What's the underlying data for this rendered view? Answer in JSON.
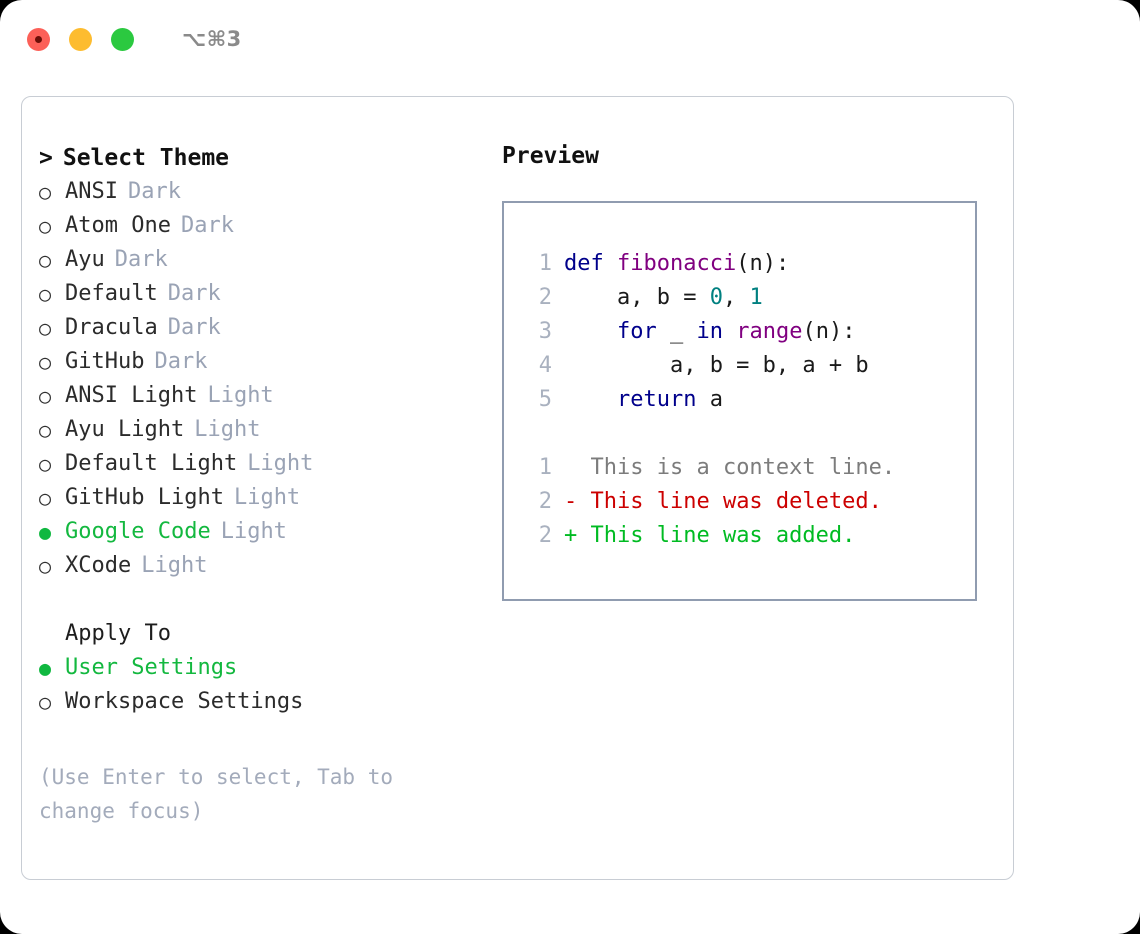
{
  "titlebar": {
    "shortcut_label": "⌥⌘3",
    "buttons": [
      {
        "name": "close",
        "color": "#fc6058"
      },
      {
        "name": "minimize",
        "color": "#fdbc2f"
      },
      {
        "name": "maximize",
        "color": "#2bc940"
      }
    ]
  },
  "theme_panel": {
    "caret": ">",
    "heading": "Select Theme",
    "bullet_selected": "●",
    "bullet_unselected": "○",
    "items": [
      {
        "label": "ANSI",
        "tag": "Dark",
        "selected": false
      },
      {
        "label": "Atom One",
        "tag": "Dark",
        "selected": false
      },
      {
        "label": "Ayu",
        "tag": "Dark",
        "selected": false
      },
      {
        "label": "Default",
        "tag": "Dark",
        "selected": false
      },
      {
        "label": "Dracula",
        "tag": "Dark",
        "selected": false
      },
      {
        "label": "GitHub",
        "tag": "Dark",
        "selected": false
      },
      {
        "label": "ANSI Light",
        "tag": "Light",
        "selected": false
      },
      {
        "label": "Ayu Light",
        "tag": "Light",
        "selected": false
      },
      {
        "label": "Default Light",
        "tag": "Light",
        "selected": false
      },
      {
        "label": "GitHub Light",
        "tag": "Light",
        "selected": false
      },
      {
        "label": "Google Code",
        "tag": "Light",
        "selected": true
      },
      {
        "label": "XCode",
        "tag": "Light",
        "selected": false
      }
    ]
  },
  "apply_to": {
    "heading": "Apply To",
    "items": [
      {
        "label": "User Settings",
        "selected": true
      },
      {
        "label": "Workspace Settings",
        "selected": false
      }
    ]
  },
  "hint": "(Use Enter to select, Tab to change focus)",
  "preview": {
    "title": "Preview",
    "code_lines": [
      {
        "num": "1",
        "tokens": [
          {
            "t": "def ",
            "c": "kw"
          },
          {
            "t": "fibonacci",
            "c": "fn"
          },
          {
            "t": "(n):",
            "c": "plain"
          }
        ]
      },
      {
        "num": "2",
        "tokens": [
          {
            "t": "    a, b = ",
            "c": "plain"
          },
          {
            "t": "0",
            "c": "num"
          },
          {
            "t": ", ",
            "c": "plain"
          },
          {
            "t": "1",
            "c": "num"
          }
        ]
      },
      {
        "num": "3",
        "tokens": [
          {
            "t": "    ",
            "c": "plain"
          },
          {
            "t": "for",
            "c": "kw"
          },
          {
            "t": " _ ",
            "c": "plain"
          },
          {
            "t": "in",
            "c": "kw"
          },
          {
            "t": " ",
            "c": "plain"
          },
          {
            "t": "range",
            "c": "fn"
          },
          {
            "t": "(n):",
            "c": "plain"
          }
        ]
      },
      {
        "num": "4",
        "tokens": [
          {
            "t": "        a, b = b, a + b",
            "c": "plain"
          }
        ]
      },
      {
        "num": "5",
        "tokens": [
          {
            "t": "    ",
            "c": "plain"
          },
          {
            "t": "return",
            "c": "kw"
          },
          {
            "t": " a",
            "c": "plain"
          }
        ]
      }
    ],
    "diff_lines": [
      {
        "num": "1",
        "marker": " ",
        "text": " This is a context line.",
        "kind": "ctx"
      },
      {
        "num": "2",
        "marker": "-",
        "text": " This line was deleted.",
        "kind": "del"
      },
      {
        "num": "2",
        "marker": "+",
        "text": " This line was added.",
        "kind": "add"
      }
    ]
  },
  "colors": {
    "accent_green": "#13b83f",
    "tag_gray": "#9aa3b5",
    "keyword": "#00008b",
    "function": "#800080",
    "number": "#008080",
    "diff_context": "#7c7c7c",
    "diff_deleted": "#cc0000",
    "diff_added": "#00bb22",
    "panel_border": "#c8cdd4",
    "preview_border": "#909cb0"
  }
}
